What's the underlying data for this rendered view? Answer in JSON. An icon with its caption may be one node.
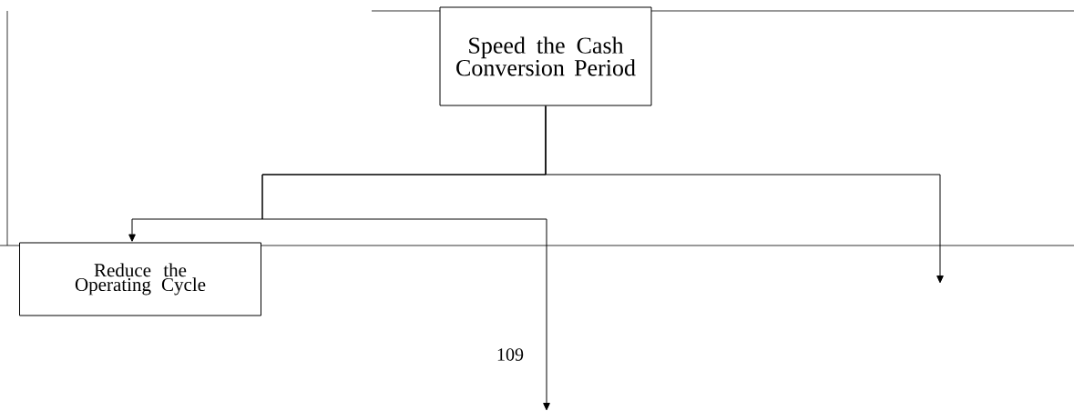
{
  "diagram": {
    "nodes": [
      {
        "text": [
          "Speed the Cash Conversion Period"
        ]
      },
      {
        "text": [
          "Reduce the Operating Cycle"
        ]
      }
    ],
    "edges": [
      {
        "from": 0,
        "to": 1,
        "arrow": "to"
      },
      {
        "from": 0,
        "to": null,
        "arrow": "to"
      },
      {
        "from": 0,
        "to": null,
        "arrow": "to"
      }
    ],
    "labels": [
      "109"
    ]
  }
}
